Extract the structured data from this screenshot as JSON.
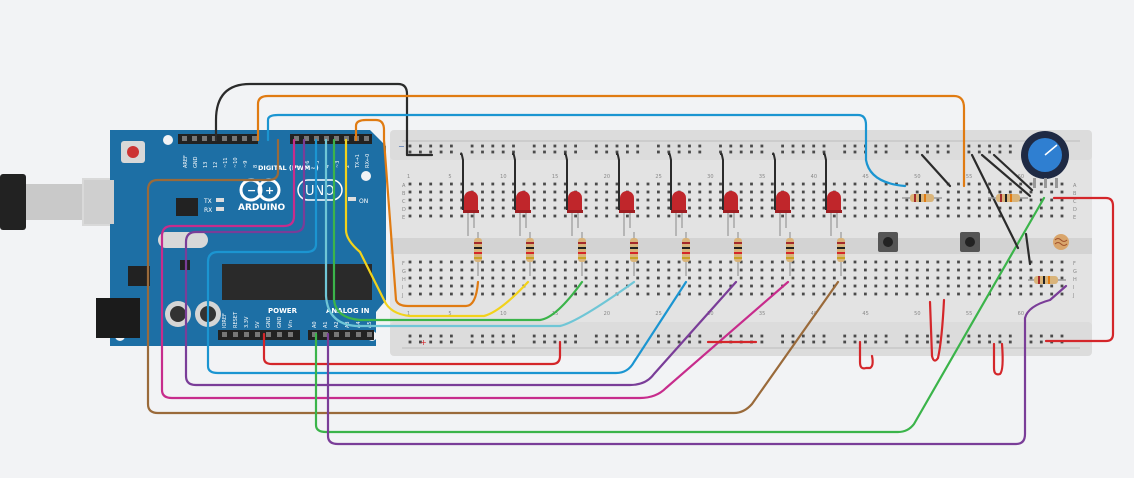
{
  "arduino": {
    "brand": "ARDUINO",
    "model": "UNO",
    "digital_label": "DIGITAL (PWM~)",
    "power_label": "POWER",
    "analog_label": "ANALOG IN",
    "tx": "TX",
    "rx": "RX",
    "on": "ON",
    "top_pins": [
      "AREF",
      "GND",
      "13",
      "12",
      "~11",
      "~10",
      "~9",
      "8",
      "7",
      "~6",
      "~5",
      "4",
      "~3",
      "2",
      "TX→1",
      "RX←0"
    ],
    "bottom_pins": [
      "IOREF",
      "RESET",
      "3.3V",
      "5V",
      "GND",
      "GND",
      "Vin",
      "A0",
      "A1",
      "A2",
      "A3",
      "A4",
      "A5"
    ]
  },
  "breadboard": {
    "row_letters_top": [
      "A",
      "B",
      "C",
      "D",
      "E"
    ],
    "row_letters_bottom": [
      "F",
      "G",
      "H",
      "I",
      "J"
    ],
    "column_numbers": [
      "1",
      "5",
      "10",
      "15",
      "20",
      "25",
      "30",
      "35",
      "40",
      "45",
      "50",
      "55",
      "60"
    ]
  },
  "components": {
    "leds": 8,
    "led_color": "#c0262b",
    "buttons": 2,
    "potentiometer_color": "#2f7fd1"
  },
  "colors": {
    "board_blue": "#1d6fa5",
    "breadboard": "#e2e2e2",
    "wire_orange": "#e07b12",
    "wire_blue": "#1b95d1",
    "wire_black": "#2b2b2b",
    "wire_red": "#d4262a",
    "wire_green": "#3bb44a",
    "wire_purple": "#7a3d98",
    "wire_magenta": "#c72c8c",
    "wire_brown": "#9a6a3a",
    "wire_yellow": "#f2d21b",
    "wire_teal": "#6fc6d6"
  }
}
